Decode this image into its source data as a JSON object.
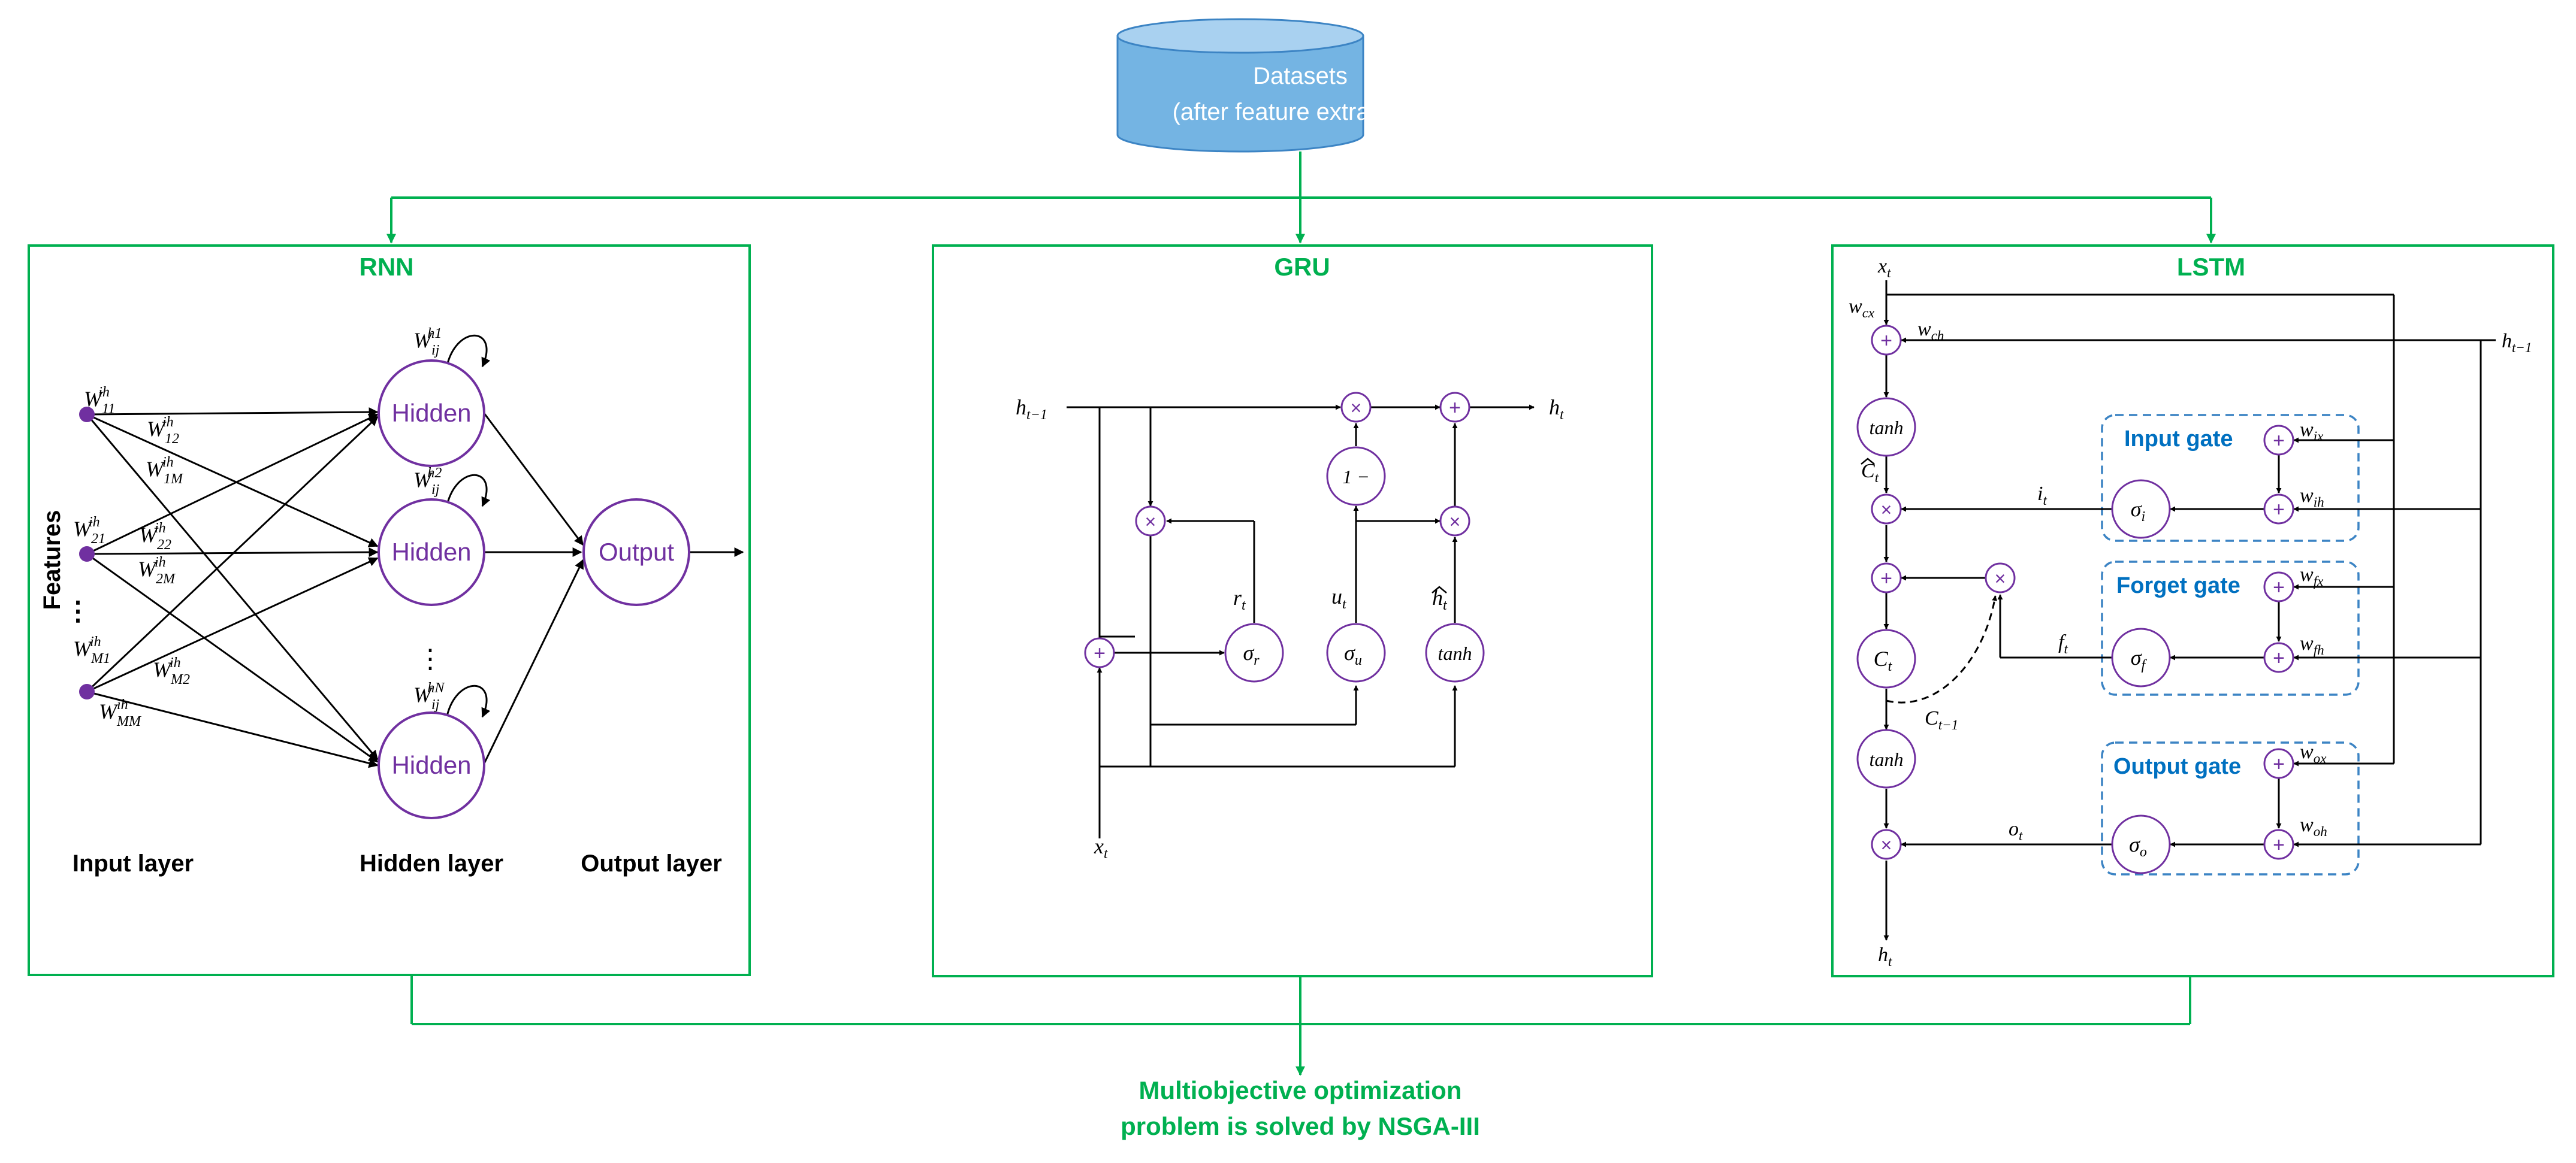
{
  "colors": {
    "green": "#00b050",
    "purple": "#7030a0",
    "blue": "#0070c0",
    "datasets_fill": "#74b4e3",
    "datasets_top": "#a9d1f0",
    "datasets_stroke": "#3c84c4",
    "line": "#000000"
  },
  "datasets": {
    "line1": "Datasets",
    "line2": "(after feature extraction)"
  },
  "result": {
    "line1": "Multiobjective optimization",
    "line2": "problem is solved by NSGA-III"
  },
  "rnn": {
    "title": "RNN",
    "features_label": "Features",
    "hidden": "Hidden",
    "output": "Output",
    "layers": [
      "Input layer",
      "Hidden layer",
      "Output layer"
    ],
    "weights": {
      "w11": [
        "W",
        "11",
        "ih"
      ],
      "w12": [
        "W",
        "12",
        "ih"
      ],
      "w1M": [
        "W",
        "1M",
        "ih"
      ],
      "w21": [
        "W",
        "21",
        "ih"
      ],
      "w22": [
        "W",
        "22",
        "ih"
      ],
      "w2M": [
        "W",
        "2M",
        "ih"
      ],
      "wM1": [
        "W",
        "M1",
        "ih"
      ],
      "wM2": [
        "W",
        "M2",
        "ih"
      ],
      "wMM": [
        "W",
        "MM",
        "ih"
      ],
      "wh1": [
        "W",
        "ij",
        "h1"
      ],
      "wh2": [
        "W",
        "ij",
        "h2"
      ],
      "whN": [
        "W",
        "ij",
        "hN"
      ]
    }
  },
  "gru": {
    "title": "GRU",
    "h_prev": [
      "h",
      "t−1"
    ],
    "h_out": [
      "h",
      "t"
    ],
    "x_in": [
      "x",
      "t"
    ],
    "r": [
      "r",
      "t"
    ],
    "u": [
      "u",
      "t"
    ],
    "h_tilde": [
      "h",
      "t"
    ],
    "sigma_r": [
      "σ",
      "r"
    ],
    "sigma_u": [
      "σ",
      "u"
    ],
    "one_minus": "1 −",
    "tanh": "tanh",
    "plus": "+",
    "times": "×"
  },
  "lstm": {
    "title": "LSTM",
    "input_gate": "Input gate",
    "forget_gate": "Forget gate",
    "output_gate": "Output gate",
    "x_in": [
      "x",
      "t"
    ],
    "h_prev": [
      "h",
      "t−1"
    ],
    "h_out": [
      "h",
      "t"
    ],
    "wcx": [
      "w",
      "cx"
    ],
    "wch": [
      "w",
      "ch"
    ],
    "wix": [
      "w",
      "ix"
    ],
    "wih": [
      "w",
      "ih"
    ],
    "wfx": [
      "w",
      "fx"
    ],
    "wfh": [
      "w",
      "fh"
    ],
    "wox": [
      "w",
      "ox"
    ],
    "woh": [
      "w",
      "oh"
    ],
    "it": [
      "i",
      "t"
    ],
    "ft": [
      "f",
      "t"
    ],
    "ot": [
      "o",
      "t"
    ],
    "c_tilde": [
      "C",
      "t"
    ],
    "c_t": [
      "C",
      "t"
    ],
    "c_prev": [
      "C",
      "t−1"
    ],
    "sigma_i": [
      "σ",
      "i"
    ],
    "sigma_f": [
      "σ",
      "f"
    ],
    "sigma_o": [
      "σ",
      "o"
    ],
    "tanh": "tanh",
    "plus": "+",
    "times": "×"
  }
}
